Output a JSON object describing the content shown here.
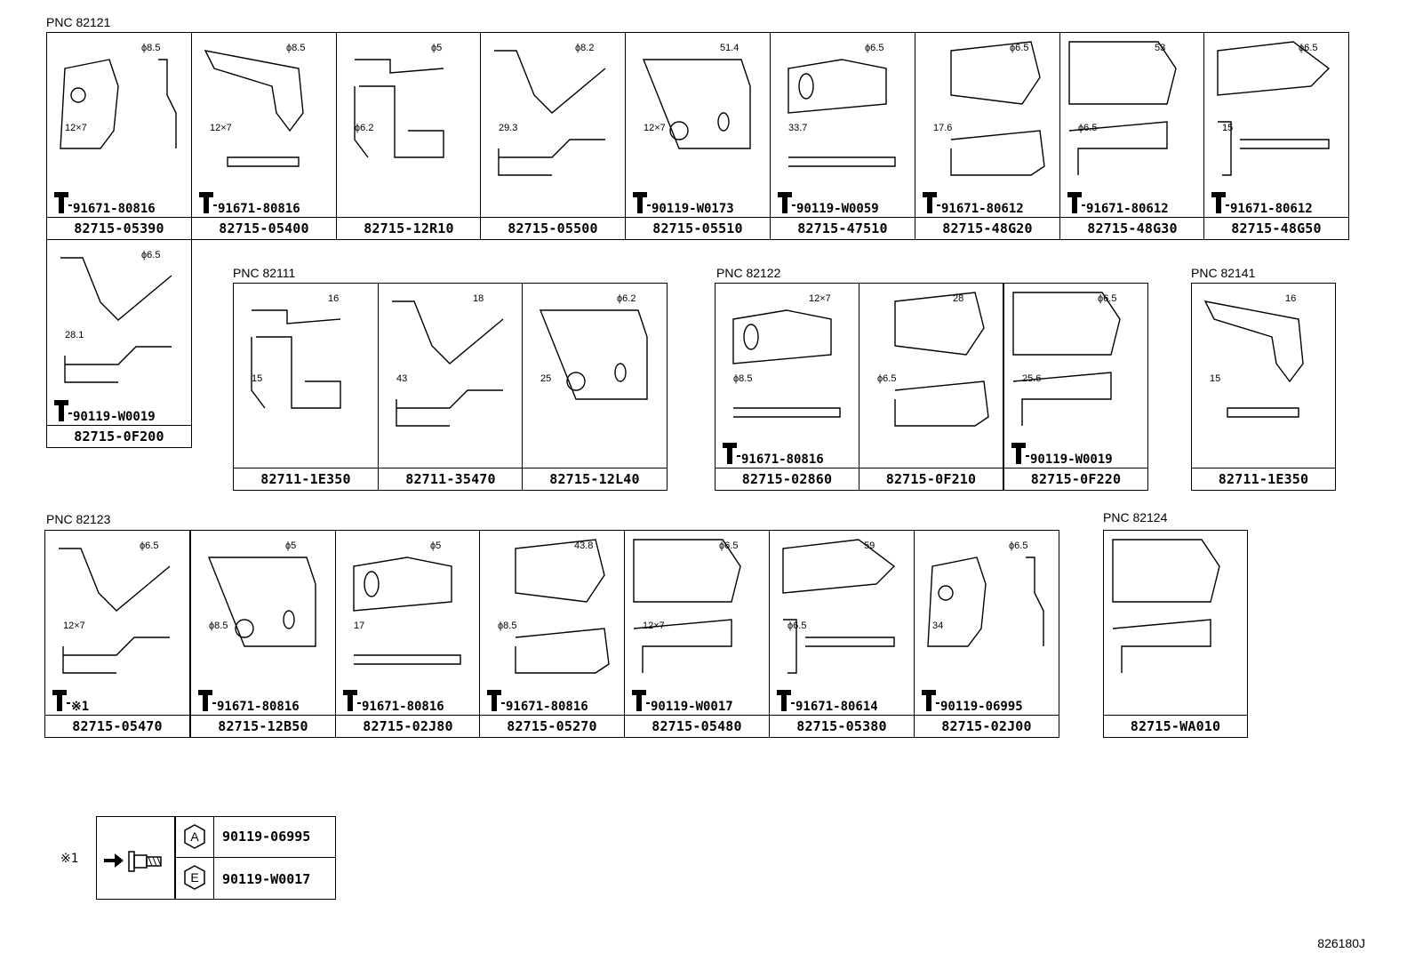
{
  "groups": [
    {
      "pnc": "PNC 82121"
    },
    {
      "pnc": "PNC 82111"
    },
    {
      "pnc": "PNC 82122"
    },
    {
      "pnc": "PNC 82141"
    },
    {
      "pnc": "PNC 82123"
    },
    {
      "pnc": "PNC 82124"
    }
  ],
  "row1": [
    {
      "part": "82715-05390",
      "bolt": "91671-80816",
      "dims": [
        "ϕ8.5",
        "12×7"
      ]
    },
    {
      "part": "82715-05400",
      "bolt": "91671-80816",
      "dims": [
        "ϕ8.5",
        "12×7"
      ]
    },
    {
      "part": "82715-12R10",
      "bolt": "",
      "dims": [
        "ϕ5",
        "ϕ6.2"
      ]
    },
    {
      "part": "82715-05500",
      "bolt": "",
      "dims": [
        "ϕ8.2",
        "29.3"
      ]
    },
    {
      "part": "82715-05510",
      "bolt": "90119-W0173",
      "dims": [
        "51.4",
        "12×7"
      ]
    },
    {
      "part": "82715-47510",
      "bolt": "90119-W0059",
      "dims": [
        "ϕ6.5",
        "33.7"
      ]
    },
    {
      "part": "82715-48G20",
      "bolt": "91671-80612",
      "dims": [
        "ϕ6.5",
        "17.6"
      ]
    },
    {
      "part": "82715-48G30",
      "bolt": "91671-80612",
      "dims": [
        "53",
        "ϕ6.5"
      ]
    },
    {
      "part": "82715-48G50",
      "bolt": "91671-80612",
      "dims": [
        "ϕ6.5",
        "15"
      ]
    }
  ],
  "row2_left": {
    "part": "82715-0F200",
    "bolt": "90119-W0019",
    "dims": [
      "ϕ6.5",
      "28.1"
    ]
  },
  "row2_82111": [
    {
      "part": "82711-1E350",
      "dims": [
        "16",
        "15"
      ]
    },
    {
      "part": "82711-35470",
      "dims": [
        "18",
        "43"
      ]
    },
    {
      "part": "82715-12L40",
      "dims": [
        "ϕ6.2",
        "25"
      ]
    }
  ],
  "row2_82122": [
    {
      "part": "82715-02860",
      "bolt": "91671-80816",
      "dims": [
        "12×7",
        "ϕ8.5"
      ]
    },
    {
      "part": "82715-0F210",
      "dims": [
        "28",
        "ϕ6.5"
      ]
    },
    {
      "part": "82715-0F220",
      "bolt": "90119-W0019",
      "dims": [
        "ϕ6.5",
        "25.6"
      ]
    }
  ],
  "row2_82141": {
    "part": "82711-1E350",
    "dims": [
      "16",
      "15"
    ]
  },
  "row3": [
    {
      "part": "82715-05470",
      "bolt": "※1",
      "dims": [
        "ϕ6.5",
        "12×7"
      ]
    },
    {
      "part": "82715-12B50",
      "bolt": "91671-80816",
      "dims": [
        "ϕ5",
        "ϕ8.5"
      ]
    },
    {
      "part": "82715-02J80",
      "bolt": "91671-80816",
      "dims": [
        "ϕ5",
        "17"
      ]
    },
    {
      "part": "82715-05270",
      "bolt": "91671-80816",
      "dims": [
        "43.8",
        "ϕ8.5"
      ]
    },
    {
      "part": "82715-05480",
      "bolt": "90119-W0017",
      "dims": [
        "ϕ6.5",
        "12×7"
      ]
    },
    {
      "part": "82715-05380",
      "bolt": "91671-80614",
      "dims": [
        "59",
        "ϕ6.5"
      ]
    },
    {
      "part": "82715-02J00",
      "bolt": "90119-06995",
      "dims": [
        "ϕ6.5",
        "34"
      ]
    }
  ],
  "row3_82124": {
    "part": "82715-WA010"
  },
  "legend": {
    "mark": "※1",
    "items": [
      {
        "code": "A",
        "part": "90119-06995"
      },
      {
        "code": "E",
        "part": "90119-W0017"
      }
    ]
  },
  "ref": "826180J"
}
